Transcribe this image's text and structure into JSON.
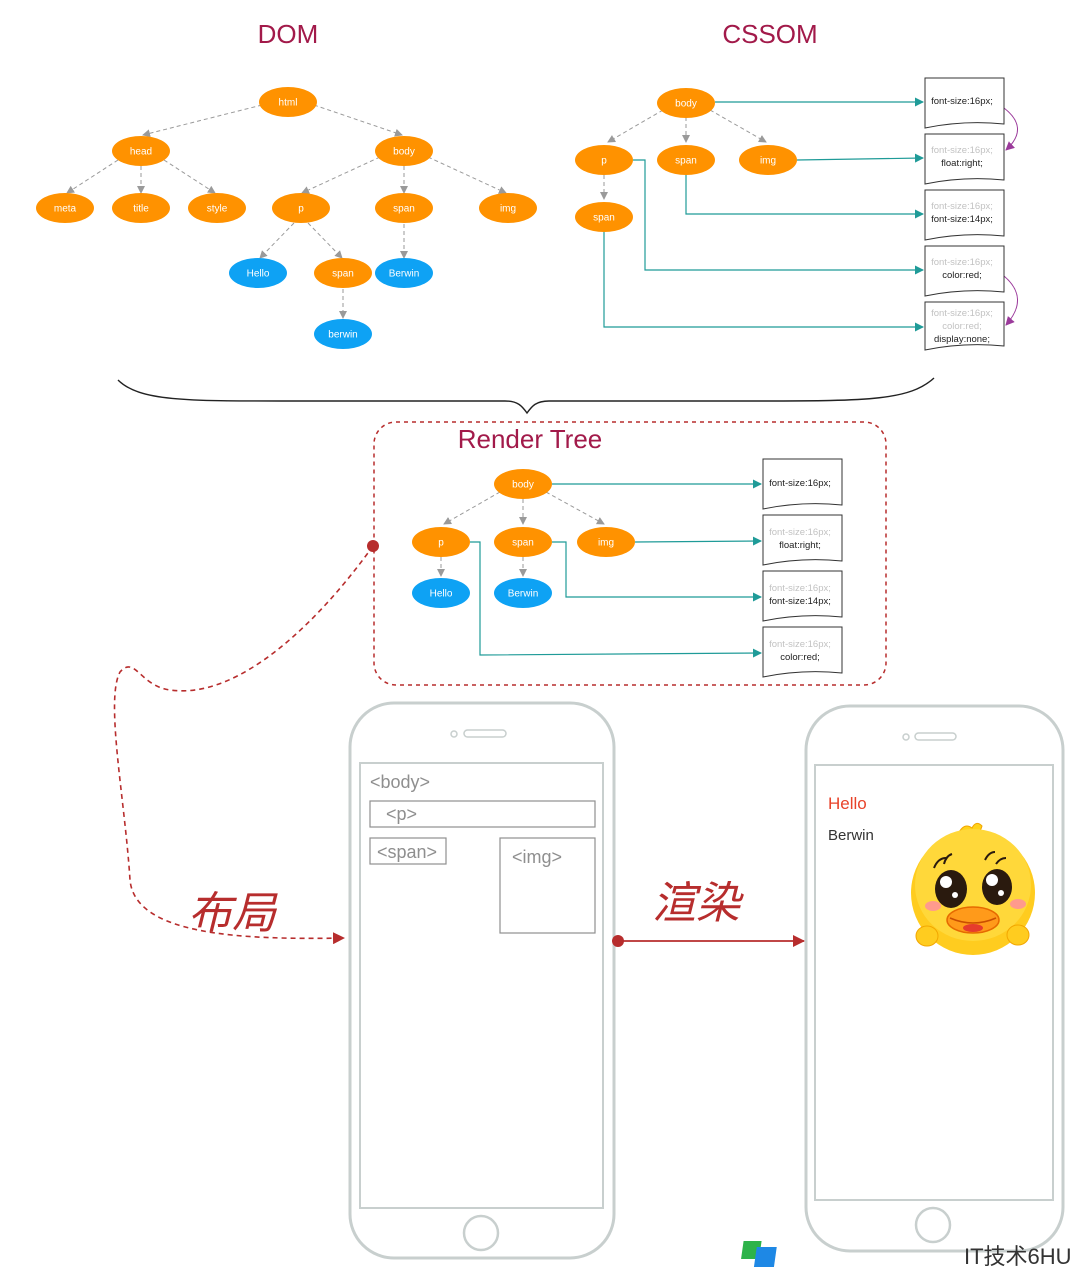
{
  "colors": {
    "title": "#a21a4a",
    "orange_node": "#ff9200",
    "blue_node": "#0ea2f4",
    "teal_line": "#1f9b98",
    "dashed_gray": "#9a9a9a",
    "purple_arrow": "#9b3a9b",
    "red_dashed": "#b72d2d",
    "phone_outline": "#c8cfce"
  },
  "titles": {
    "dom": "DOM",
    "cssom": "CSSOM",
    "render_tree": "Render Tree"
  },
  "dom": {
    "nodes": [
      {
        "id": "html",
        "label": "html",
        "kind": "element"
      },
      {
        "id": "head",
        "label": "head",
        "kind": "element"
      },
      {
        "id": "body",
        "label": "body",
        "kind": "element"
      },
      {
        "id": "meta",
        "label": "meta",
        "kind": "element"
      },
      {
        "id": "title",
        "label": "title",
        "kind": "element"
      },
      {
        "id": "style",
        "label": "style",
        "kind": "element"
      },
      {
        "id": "p",
        "label": "p",
        "kind": "element"
      },
      {
        "id": "span1",
        "label": "span",
        "kind": "element"
      },
      {
        "id": "img",
        "label": "img",
        "kind": "element"
      },
      {
        "id": "hello",
        "label": "Hello",
        "kind": "text"
      },
      {
        "id": "span2",
        "label": "span",
        "kind": "element"
      },
      {
        "id": "berwin1",
        "label": "Berwin",
        "kind": "text"
      },
      {
        "id": "berwin2",
        "label": "berwin",
        "kind": "text"
      }
    ],
    "edges": [
      [
        "html",
        "head"
      ],
      [
        "html",
        "body"
      ],
      [
        "head",
        "meta"
      ],
      [
        "head",
        "title"
      ],
      [
        "head",
        "style"
      ],
      [
        "body",
        "p"
      ],
      [
        "body",
        "span1"
      ],
      [
        "body",
        "img"
      ],
      [
        "p",
        "hello"
      ],
      [
        "p",
        "span2"
      ],
      [
        "span1",
        "berwin1"
      ],
      [
        "span2",
        "berwin2"
      ]
    ]
  },
  "cssom": {
    "nodes": [
      {
        "id": "body",
        "label": "body"
      },
      {
        "id": "p",
        "label": "p"
      },
      {
        "id": "span",
        "label": "span"
      },
      {
        "id": "img",
        "label": "img"
      },
      {
        "id": "span2",
        "label": "span"
      }
    ],
    "edges": [
      [
        "body",
        "p"
      ],
      [
        "body",
        "span"
      ],
      [
        "body",
        "img"
      ],
      [
        "p",
        "span2"
      ]
    ],
    "notes": [
      {
        "dim": [],
        "main": [
          "font-size:16px;"
        ]
      },
      {
        "dim": [
          "font-size:16px;"
        ],
        "main": [
          "float:right;"
        ]
      },
      {
        "dim": [
          "font-size:16px;"
        ],
        "main": [
          "font-size:14px;"
        ]
      },
      {
        "dim": [
          "font-size:16px;"
        ],
        "main": [
          "color:red;"
        ]
      },
      {
        "dim": [
          "font-size:16px;",
          "color:red;"
        ],
        "main": [
          "display:none;"
        ]
      }
    ]
  },
  "render_tree": {
    "nodes": [
      {
        "id": "body",
        "label": "body",
        "kind": "element"
      },
      {
        "id": "p",
        "label": "p",
        "kind": "element"
      },
      {
        "id": "span",
        "label": "span",
        "kind": "element"
      },
      {
        "id": "img",
        "label": "img",
        "kind": "element"
      },
      {
        "id": "hello",
        "label": "Hello",
        "kind": "text"
      },
      {
        "id": "berwin",
        "label": "Berwin",
        "kind": "text"
      }
    ],
    "edges": [
      [
        "body",
        "p"
      ],
      [
        "body",
        "span"
      ],
      [
        "body",
        "img"
      ],
      [
        "p",
        "hello"
      ],
      [
        "span",
        "berwin"
      ]
    ],
    "notes": [
      {
        "dim": [],
        "main": [
          "font-size:16px;"
        ]
      },
      {
        "dim": [
          "font-size:16px;"
        ],
        "main": [
          "float:right;"
        ]
      },
      {
        "dim": [
          "font-size:16px;"
        ],
        "main": [
          "font-size:14px;"
        ]
      },
      {
        "dim": [
          "font-size:16px;"
        ],
        "main": [
          "color:red;"
        ]
      }
    ]
  },
  "layout_phone": {
    "body_tag": "<body>",
    "p_tag": "<p>",
    "span_tag": "<span>",
    "img_tag": "<img>"
  },
  "render_phone": {
    "hello": "Hello",
    "berwin": "Berwin"
  },
  "labels": {
    "layout": "布局",
    "paint": "渲染"
  },
  "watermark": {
    "text": "IT技术6HU"
  }
}
